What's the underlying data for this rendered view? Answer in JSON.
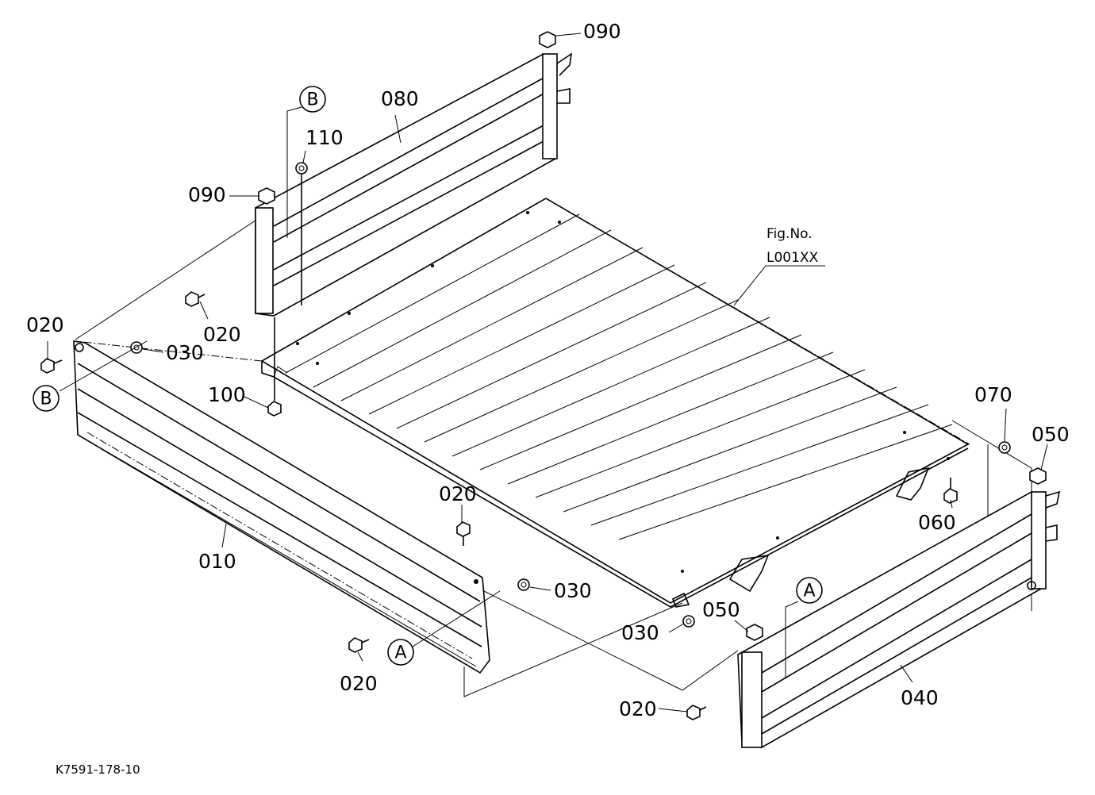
{
  "figure": {
    "fig_no_label": "Fig.No.",
    "fig_no_value": "L001XX",
    "drawing_code": "K7591-178-10"
  },
  "parts": [
    {
      "id": "p010",
      "label": "010"
    },
    {
      "id": "p020a",
      "label": "020"
    },
    {
      "id": "p020b",
      "label": "020"
    },
    {
      "id": "p020c",
      "label": "020"
    },
    {
      "id": "p020d",
      "label": "020"
    },
    {
      "id": "p020e",
      "label": "020"
    },
    {
      "id": "p030a",
      "label": "030"
    },
    {
      "id": "p030b",
      "label": "030"
    },
    {
      "id": "p030c",
      "label": "030"
    },
    {
      "id": "p040",
      "label": "040"
    },
    {
      "id": "p050a",
      "label": "050"
    },
    {
      "id": "p050b",
      "label": "050"
    },
    {
      "id": "p060",
      "label": "060"
    },
    {
      "id": "p070",
      "label": "070"
    },
    {
      "id": "p080",
      "label": "080"
    },
    {
      "id": "p090a",
      "label": "090"
    },
    {
      "id": "p090b",
      "label": "090"
    },
    {
      "id": "p100",
      "label": "100"
    },
    {
      "id": "p110",
      "label": "110"
    }
  ],
  "references": [
    {
      "id": "refA1",
      "label": "A"
    },
    {
      "id": "refA2",
      "label": "A"
    },
    {
      "id": "refB1",
      "label": "B"
    },
    {
      "id": "refB2",
      "label": "B"
    }
  ]
}
